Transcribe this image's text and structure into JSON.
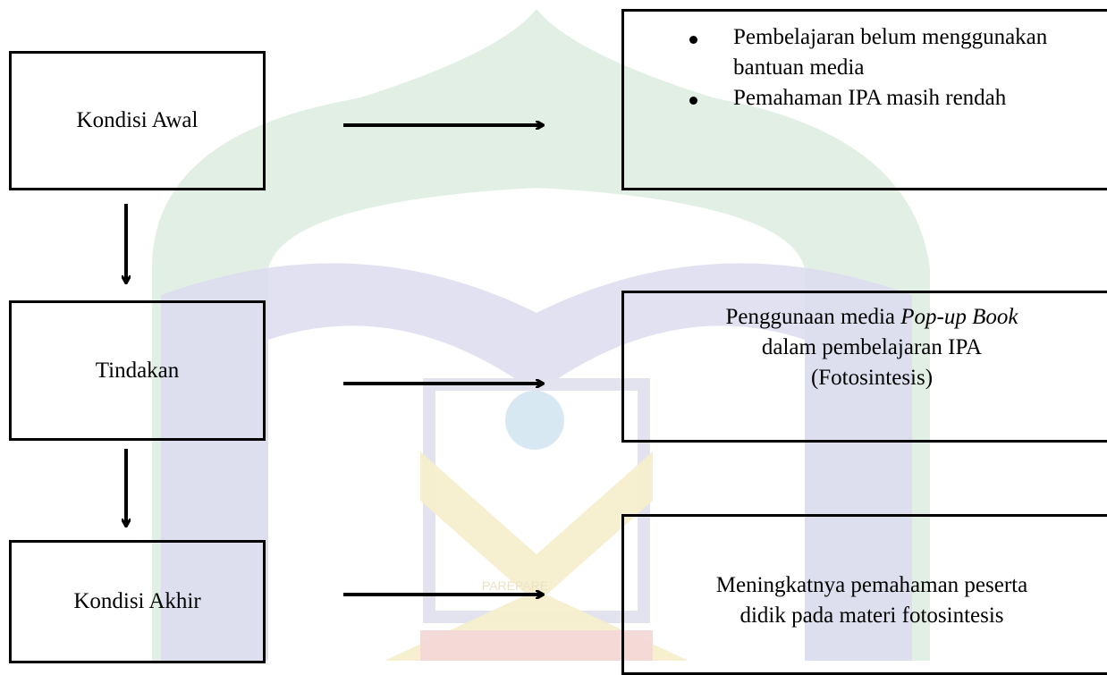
{
  "colors": {
    "watermark_green": "#dcecdf",
    "watermark_blue": "#dcdcf0",
    "watermark_yellow": "#f6eecb",
    "watermark_red": "#f4d6d6"
  },
  "left_boxes": {
    "awal": "Kondisi Awal",
    "tindakan": "Tindakan",
    "akhir": "Kondisi Akhir"
  },
  "right_boxes": {
    "awal_items": [
      "Pembelajaran belum menggunakan bantuan media",
      "Pemahaman  IPA masih rendah"
    ],
    "tindakan": {
      "before_italic": "Penggunaan media ",
      "italic": "Pop-up Book",
      "after_italic": "\ndalam pembelajaran IPA\n(Fotosintesis)"
    },
    "akhir": "Meningkatnya pemahaman peserta\ndidik pada materi fotosintesis"
  },
  "watermark_text": "PAREPARE"
}
